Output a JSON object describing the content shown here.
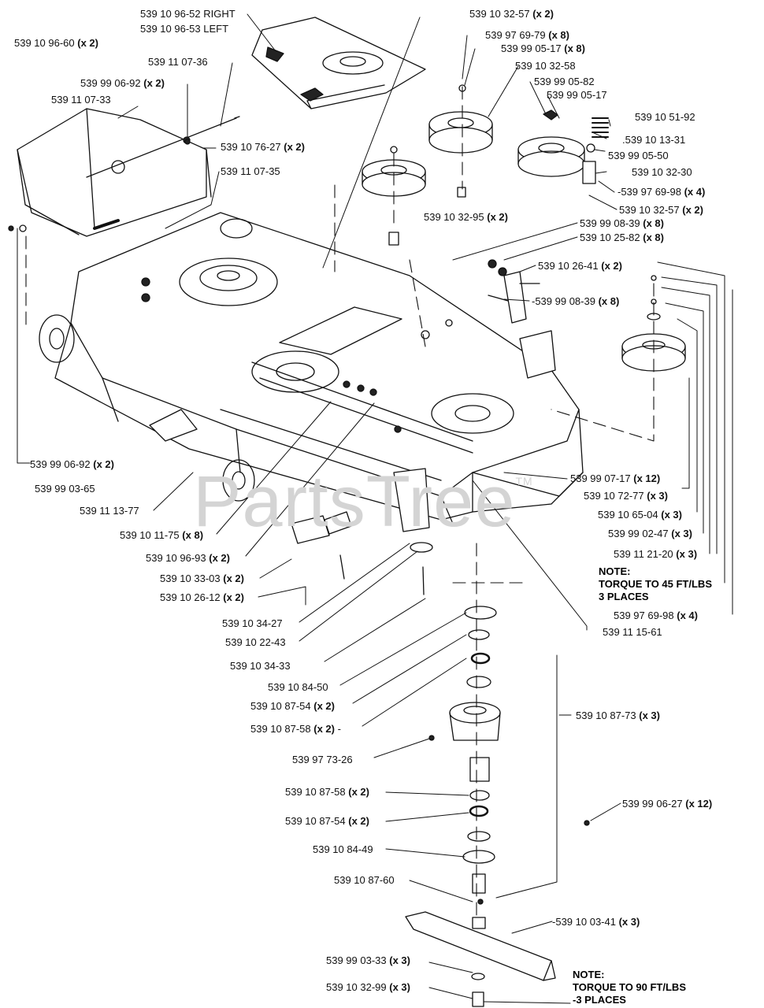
{
  "watermark": "PartsTree",
  "watermark_tm": "TM",
  "labels": {
    "p_96_52": {
      "part": "539 10 96-52 RIGHT",
      "qty": ""
    },
    "p_96_53": {
      "part": "539 10 96-53 LEFT",
      "qty": ""
    },
    "p_96_60": {
      "part": "539 10 96-60",
      "qty": "(x 2)"
    },
    "p_07_36": {
      "part": "539 11 07-36",
      "qty": ""
    },
    "p_06_92a": {
      "part": "539 99 06-92",
      "qty": "(x 2)"
    },
    "p_07_33": {
      "part": "539 11 07-33",
      "qty": ""
    },
    "p_76_27": {
      "part": "539 10 76-27",
      "qty": "(x 2)"
    },
    "p_07_35": {
      "part": "539 11 07-35",
      "qty": ""
    },
    "p_32_57a": {
      "part": "539 10 32-57",
      "qty": "(x 2)"
    },
    "p_69_79": {
      "part": "539 97 69-79",
      "qty": "(x 8)"
    },
    "p_05_17a": {
      "part": "539 99 05-17",
      "qty": "(x 8)"
    },
    "p_32_58": {
      "part": "539 10 32-58",
      "qty": ""
    },
    "p_05_82": {
      "part": "539 99 05-82",
      "qty": ""
    },
    "p_05_17b": {
      "part": "539 99 05-17",
      "qty": ""
    },
    "p_51_92": {
      "part": "539 10 51-92",
      "qty": ""
    },
    "p_13_31": {
      "part": ".539 10 13-31",
      "qty": ""
    },
    "p_05_50": {
      "part": "539 99 05-50",
      "qty": ""
    },
    "p_32_30": {
      "part": "539 10 32-30",
      "qty": ""
    },
    "p_69_98a": {
      "part": "-539 97 69-98",
      "qty": "(x 4)"
    },
    "p_32_57b": {
      "part": "539 10 32-57",
      "qty": "(x 2)"
    },
    "p_32_95": {
      "part": "539 10 32-95",
      "qty": "(x 2)"
    },
    "p_08_39a": {
      "part": "539 99 08-39",
      "qty": "(x 8)"
    },
    "p_25_82": {
      "part": "539 10 25-82",
      "qty": "(x 8)"
    },
    "p_26_41": {
      "part": "539 10 26-41",
      "qty": "(x 2)"
    },
    "p_08_39b": {
      "part": "-539 99 08-39",
      "qty": "(x 8)"
    },
    "p_06_92b": {
      "part": "539 99 06-92",
      "qty": "(x 2)"
    },
    "p_03_65": {
      "part": "539 99 03-65",
      "qty": ""
    },
    "p_13_77": {
      "part": "539 11 13-77",
      "qty": ""
    },
    "p_07_17": {
      "part": "539 99 07-17",
      "qty": "(x 12)"
    },
    "p_72_77": {
      "part": "539 10 72-77",
      "qty": "(x 3)"
    },
    "p_65_04": {
      "part": "539 10 65-04",
      "qty": "(x 3)"
    },
    "p_02_47": {
      "part": "539 99 02-47",
      "qty": "(x 3)"
    },
    "p_21_20": {
      "part": "539 11 21-20",
      "qty": "(x 3)"
    },
    "p_11_75": {
      "part": "539 10 11-75",
      "qty": "(x 8)"
    },
    "p_96_93": {
      "part": "539 10 96-93",
      "qty": "(x 2)"
    },
    "p_33_03": {
      "part": "539 10 33-03",
      "qty": "(x 2)"
    },
    "p_26_12": {
      "part": "539 10 26-12",
      "qty": "(x 2)"
    },
    "p_69_98b": {
      "part": "539 97 69-98",
      "qty": "(x 4)"
    },
    "p_15_61": {
      "part": "539 11 15-61",
      "qty": ""
    },
    "p_34_27": {
      "part": "539 10 34-27",
      "qty": ""
    },
    "p_22_43": {
      "part": "539 10 22-43",
      "qty": ""
    },
    "p_34_33": {
      "part": "539 10 34-33",
      "qty": ""
    },
    "p_84_50": {
      "part": "539 10 84-50",
      "qty": ""
    },
    "p_87_54a": {
      "part": "539 10 87-54",
      "qty": "(x 2)"
    },
    "p_87_58a": {
      "part": "539 10 87-58",
      "qty": "(x 2)"
    },
    "p_87_73": {
      "part": "539 10 87-73",
      "qty": "(x 3)"
    },
    "p_73_26": {
      "part": "539 97 73-26",
      "qty": ""
    },
    "p_87_58b": {
      "part": "539 10 87-58",
      "qty": "(x 2)"
    },
    "p_06_27": {
      "part": "539 99 06-27",
      "qty": "(x 12)"
    },
    "p_87_54b": {
      "part": "539 10 87-54",
      "qty": "(x 2)"
    },
    "p_84_49": {
      "part": "539 10 84-49",
      "qty": ""
    },
    "p_87_60": {
      "part": "539 10 87-60",
      "qty": ""
    },
    "p_03_41": {
      "part": "539 10 03-41",
      "qty": "(x 3)"
    },
    "p_03_33": {
      "part": "539 99 03-33",
      "qty": "(x 3)"
    },
    "p_32_99": {
      "part": "539 10 32-99",
      "qty": "(x 3)"
    }
  },
  "notes": {
    "torque45": {
      "title": "NOTE:",
      "line1": "TORQUE TO 45 FT/LBS",
      "line2": "3 PLACES"
    },
    "torque90": {
      "title": "NOTE:",
      "line1": "TORQUE TO 90 FT/LBS",
      "line2": "3 PLACES"
    }
  }
}
